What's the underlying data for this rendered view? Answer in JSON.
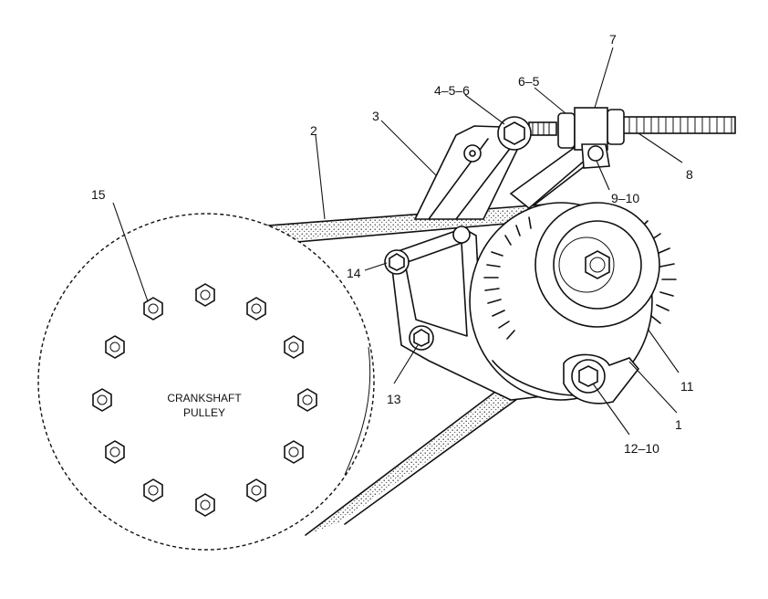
{
  "pulley": {
    "line1": "CRANKSHAFT",
    "line2": "PULLEY"
  },
  "callouts": {
    "c1": "1",
    "c2": "2",
    "c3": "3",
    "c4_5_6": "4–5–6",
    "c6_5": "6–5",
    "c7": "7",
    "c8": "8",
    "c9_10": "9–10",
    "c11": "11",
    "c12_10": "12–10",
    "c13": "13",
    "c14": "14",
    "c15": "15"
  },
  "colors": {
    "line": "#111111",
    "background": "#ffffff"
  }
}
